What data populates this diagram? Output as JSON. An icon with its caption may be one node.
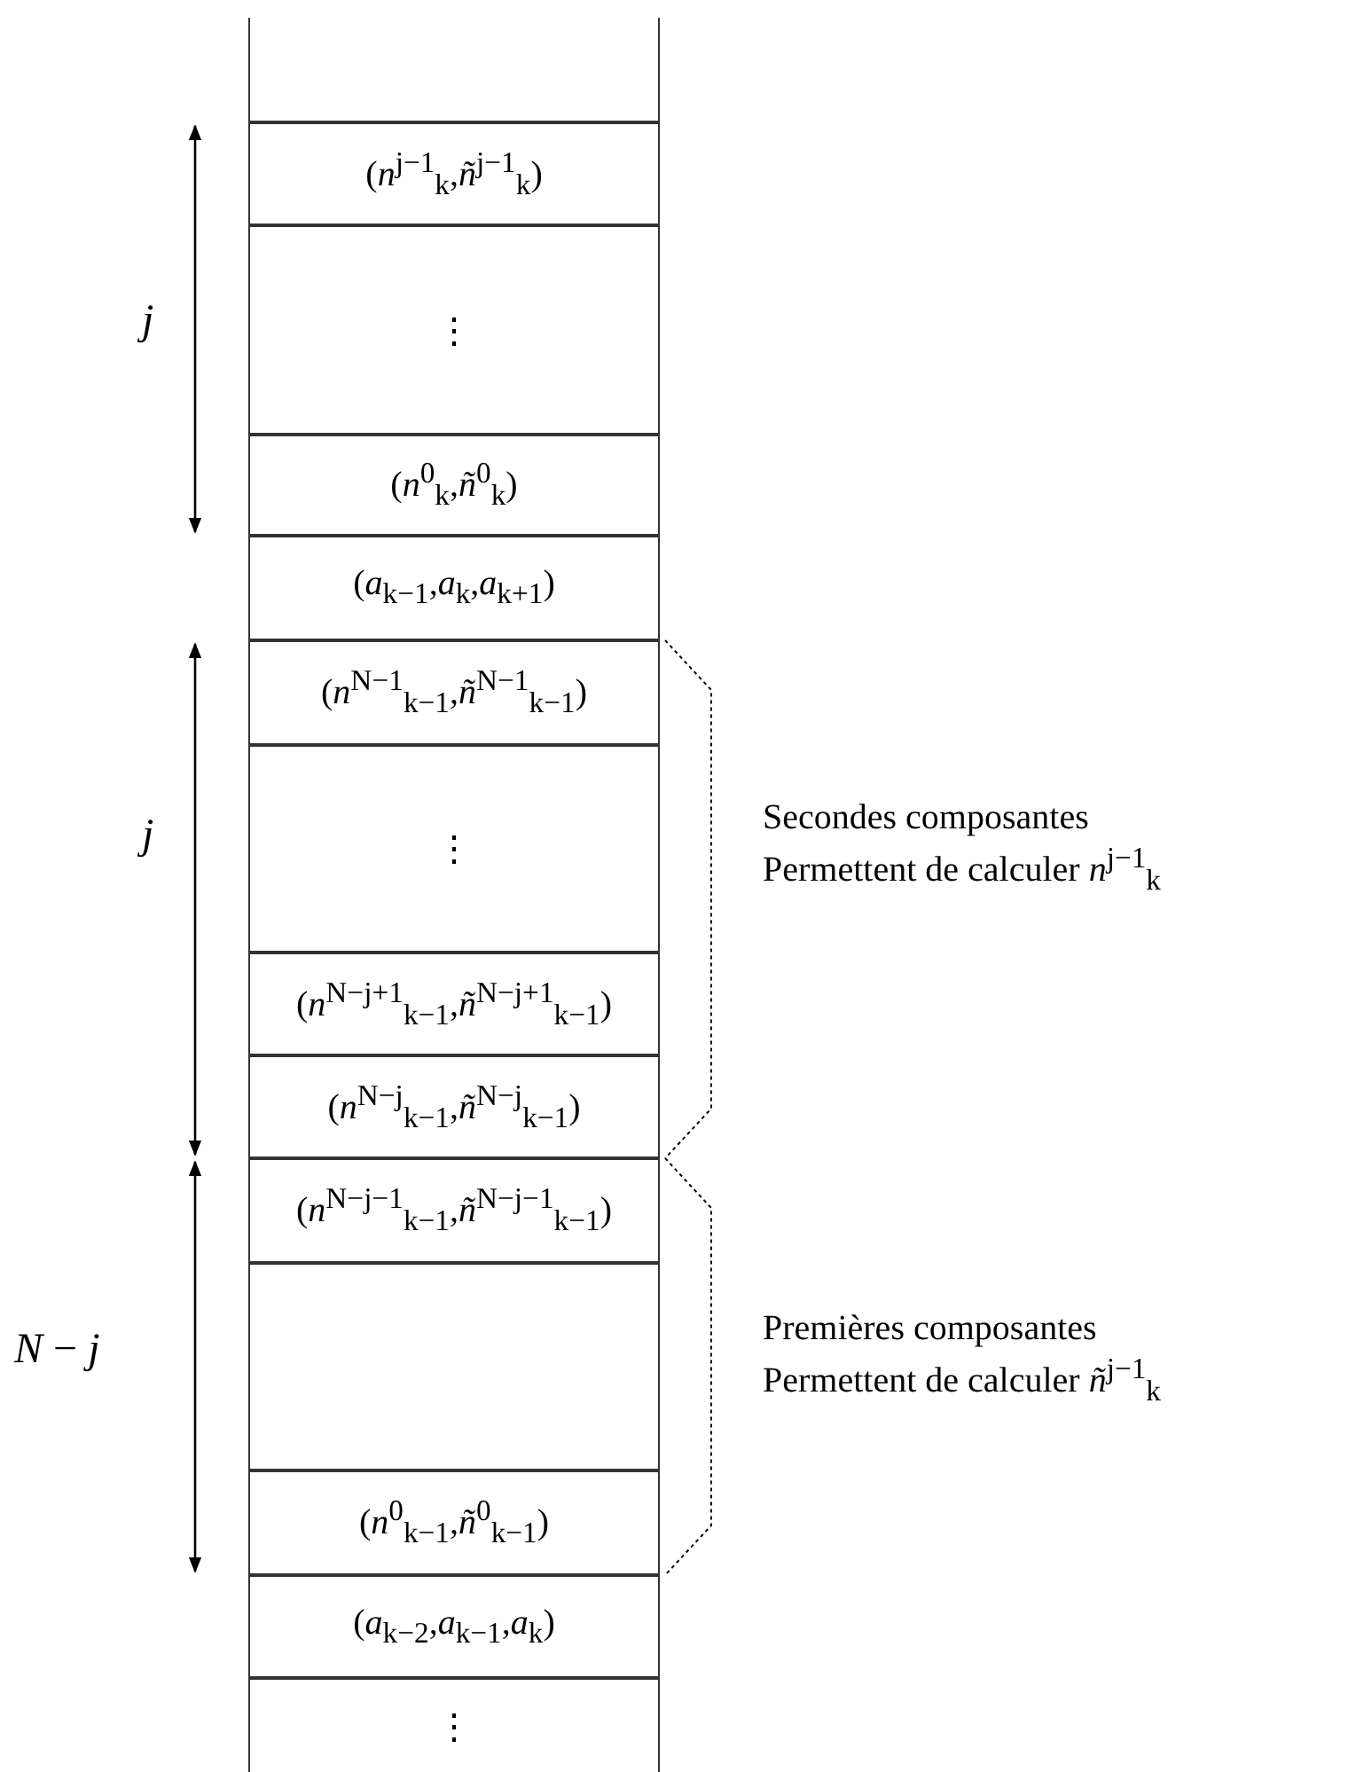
{
  "diagram": {
    "nodes": [
      {
        "text": [],
        "shape": "box"
      },
      {
        "text": [
          "(*n*$^{j−1}$$_{k}$,*ñ*$^{j−1}$$_{k}$)"
        ]
      },
      {
        "text": [
          "⋮"
        ]
      },
      {
        "text": [
          "(*n*$^{0}$$_{k}$,*ñ*$^{0}$$_{k}$)"
        ]
      },
      {
        "text": [
          "(*a*$_{k−1}$,*a*$_{k}$,*a*$_{k+1}$)"
        ]
      },
      {
        "text": [
          "(*n*$^{N−1}$$_{k−1}$,*ñ*$^{N−1}$$_{k−1}$)"
        ]
      },
      {
        "text": [
          "⋮"
        ]
      },
      {
        "text": [
          "(*n*$^{N−j+1}$$_{k−1}$,*ñ*$^{N−j+1}$$_{k−1}$)"
        ]
      },
      {
        "text": [
          "(*n*$^{N−j}$$_{k−1}$,*ñ*$^{N−j}$$_{k−1}$)"
        ]
      },
      {
        "text": [
          "(*n*$^{N−j−1}$$_{k−1}$,*ñ*$^{N−j−1}$$_{k−1}$)"
        ]
      },
      {
        "text": [],
        "shape": "box"
      },
      {
        "text": [
          "(*n*$^{0}$$_{k−1}$,*ñ*$^{0}$$_{k−1}$)"
        ]
      },
      {
        "text": [
          "(*a*$_{k−2}$,*a*$_{k−1}$,*a*$_{k}$)"
        ]
      },
      {
        "text": [
          "⋮"
        ]
      }
    ],
    "labels": [
      "*j*",
      "*j*",
      "Secondes composantes",
      "Permettent de calculer *n*$^{j−1}$$_{k}$",
      "*N* − *j*",
      "Premières composantes",
      "Permettent de calculer *ñ*$^{j−1}$$_{k}$"
    ]
  }
}
